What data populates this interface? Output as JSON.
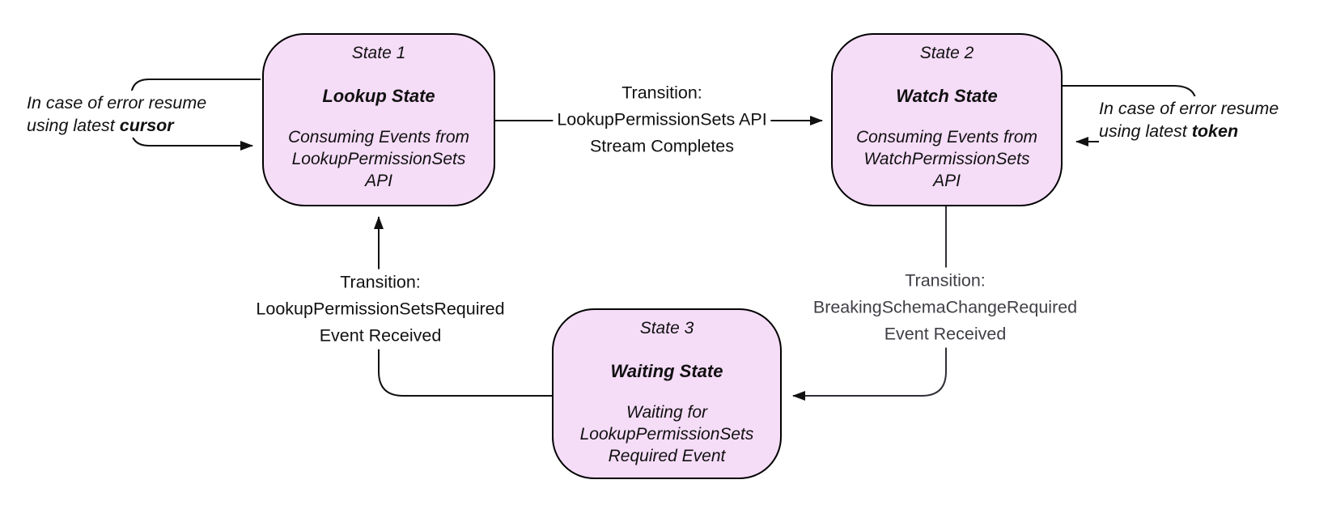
{
  "diagram_type": "state-machine",
  "colors": {
    "state_fill": "#f5dcf7",
    "state_border": "#000000",
    "line": "#111111",
    "muted_line": "#2f2f35",
    "muted_text": "#3f3f46",
    "background": "#ffffff"
  },
  "states": [
    {
      "title": "State 1",
      "name": "Lookup State",
      "desc_line1": "Consuming Events from",
      "desc_line2": "LookupPermissionSets",
      "desc_line3": "API"
    },
    {
      "title": "State 2",
      "name": "Watch State",
      "desc_line1": "Consuming Events from",
      "desc_line2": "WatchPermissionSets",
      "desc_line3": "API"
    },
    {
      "title": "State 3",
      "name": "Waiting State",
      "desc_line1": "Waiting for",
      "desc_line2": "LookupPermissionSets",
      "desc_line3": "Required Event"
    }
  ],
  "transitions": [
    {
      "from": "State 1",
      "to": "State 2",
      "line1": "Transition:",
      "line2": "LookupPermissionSets API",
      "line3": "Stream Completes"
    },
    {
      "from": "State 2",
      "to": "State 3",
      "line1": "Transition:",
      "line2": "BreakingSchemaChangeRequired",
      "line3": "Event Received"
    },
    {
      "from": "State 3",
      "to": "State 1",
      "line1": "Transition:",
      "line2": "LookupPermissionSetsRequired",
      "line3": "Event Received"
    }
  ],
  "self_loops": [
    {
      "state": "State 1",
      "line1": "In case of error resume",
      "line2_prefix": "using latest ",
      "emphasis": "cursor"
    },
    {
      "state": "State 2",
      "line1": "In case of error resume",
      "line2_prefix": "using latest ",
      "emphasis": "token"
    }
  ]
}
